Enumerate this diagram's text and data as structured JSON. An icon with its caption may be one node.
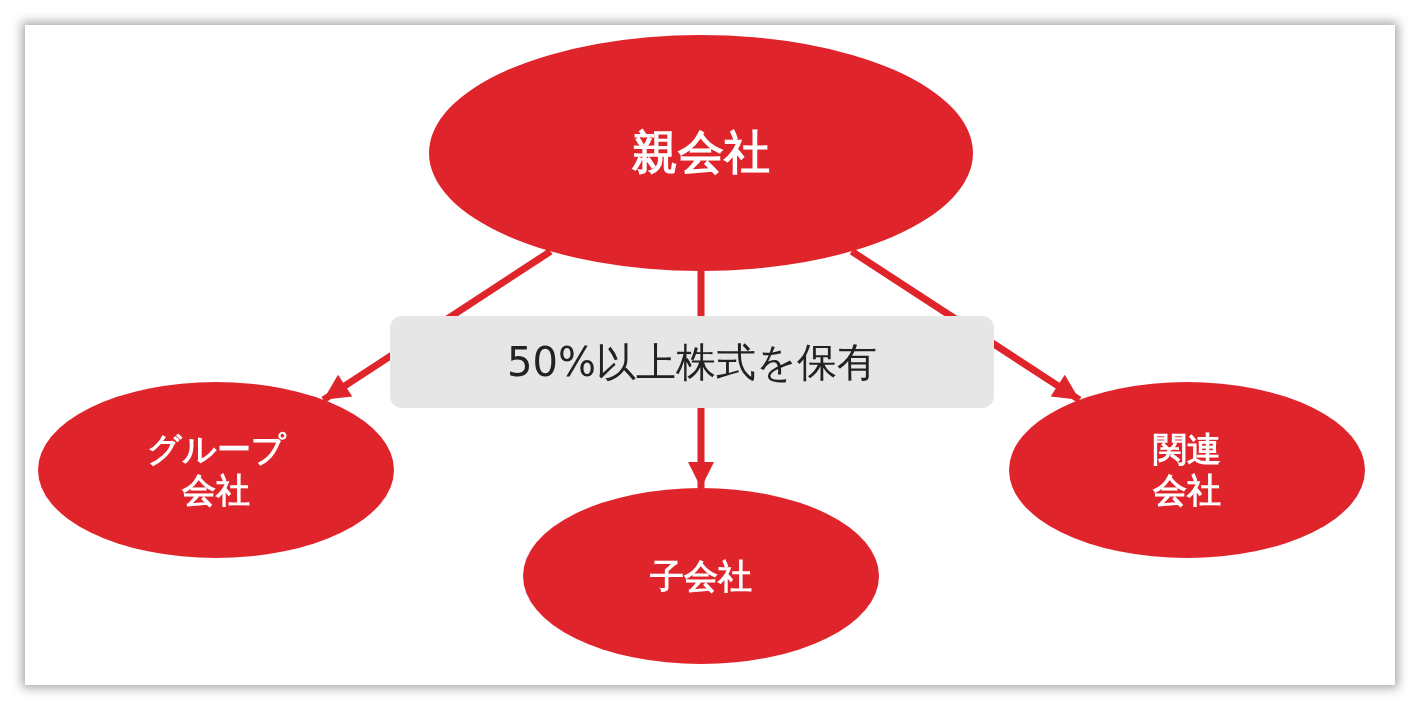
{
  "diagram": {
    "nodes": [
      {
        "text": [
          "親会社"
        ]
      },
      {
        "text": [
          "グループ会社"
        ]
      },
      {
        "text": [
          "関連会社"
        ]
      },
      {
        "text": [
          "子会社"
        ]
      }
    ],
    "edges": [
      {
        "from": 0,
        "to": 1,
        "arrow": "to"
      },
      {
        "from": 0,
        "to": 3,
        "arrow": "to"
      },
      {
        "from": 0,
        "to": 2,
        "arrow": "to"
      }
    ],
    "labels": [
      "50%以上株式を保有"
    ]
  }
}
